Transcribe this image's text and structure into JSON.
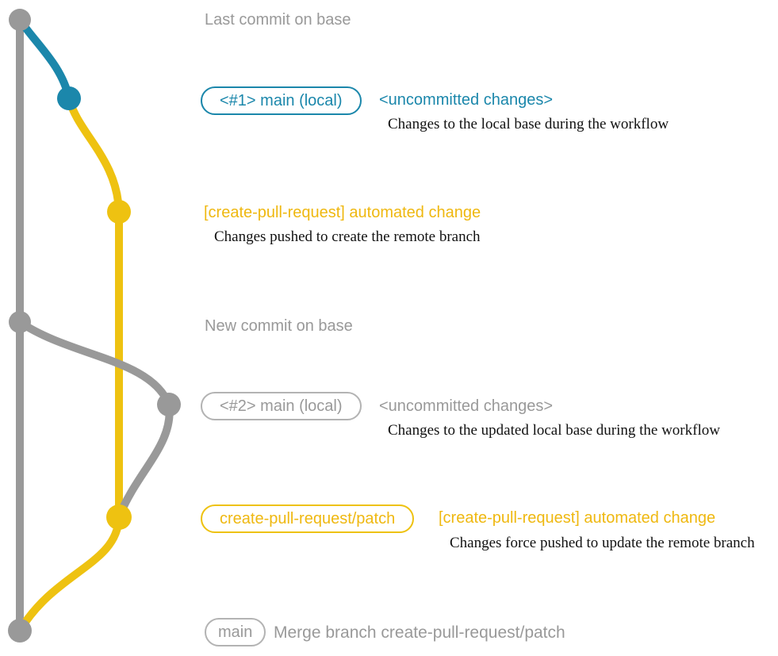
{
  "colors": {
    "gray": "#999999",
    "gray_badge_border": "#b3b3b3",
    "blue": "#1b87ab",
    "gold_line": "#eec211",
    "gold_text": "#efb810",
    "annotation_text": "#121212",
    "background": "#ffffff"
  },
  "graph": {
    "commits": [
      {
        "name": "last-commit-on-base",
        "color": "gray"
      },
      {
        "name": "local-main-1",
        "color": "blue"
      },
      {
        "name": "automated-change-commit",
        "color": "gold"
      },
      {
        "name": "new-commit-on-base",
        "color": "gray"
      },
      {
        "name": "local-main-2",
        "color": "gray"
      },
      {
        "name": "patch-branch-commit",
        "color": "gold"
      },
      {
        "name": "merge-commit",
        "color": "gray"
      }
    ]
  },
  "annotations": {
    "last_commit_label": "Last commit on base",
    "step1_branch": "<#1> main (local)",
    "step1_title": "<uncommitted changes>",
    "step1_desc": "Changes to the local base during the workflow",
    "step2_title": "[create-pull-request] automated change",
    "step2_desc": "Changes pushed to create the remote branch",
    "new_commit_label": "New commit on base",
    "step3_branch": "<#2> main (local)",
    "step3_title": "<uncommitted changes>",
    "step3_desc": "Changes to the updated local base during the workflow",
    "step4_branch": "create-pull-request/patch",
    "step4_title": "[create-pull-request] automated change",
    "step4_desc": "Changes force pushed to update the remote branch",
    "merge_branch": "main",
    "merge_title": "Merge branch create-pull-request/patch"
  }
}
